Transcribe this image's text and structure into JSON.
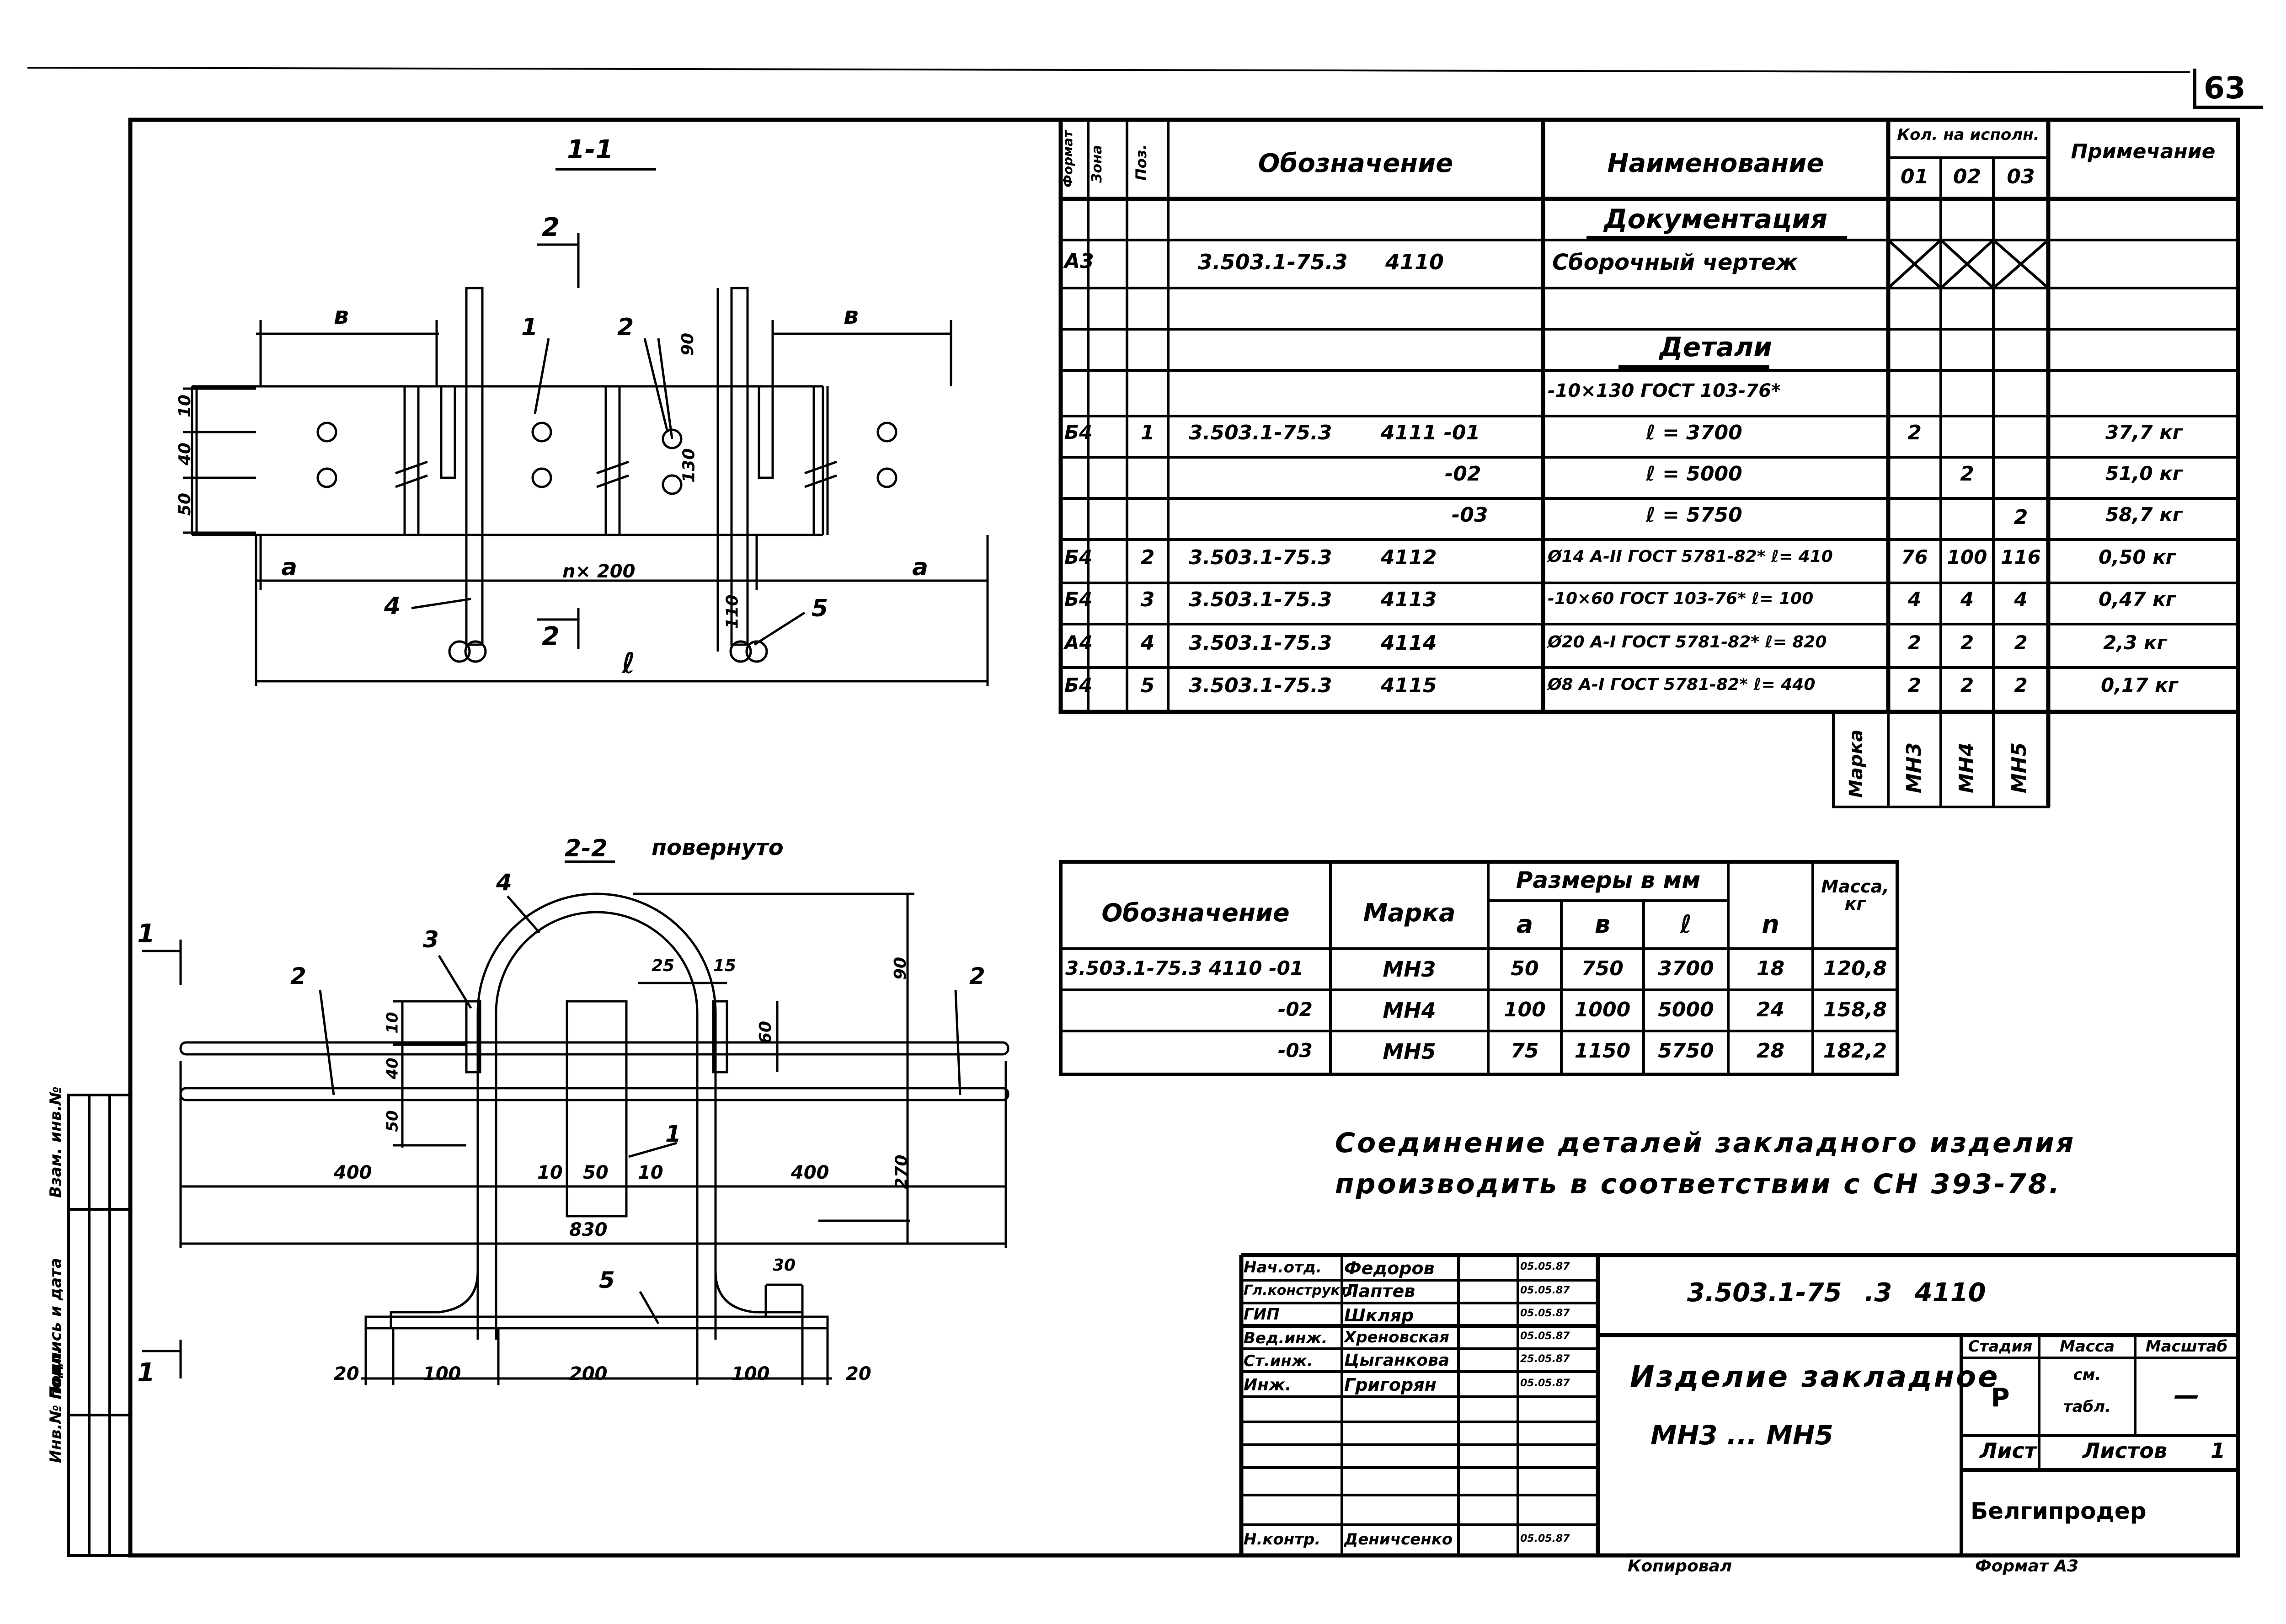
{
  "page_number": "63",
  "section_1": {
    "title": "1-1",
    "cut_label": "2",
    "dims": {
      "b_left": "в",
      "b_right": "в",
      "a_left": "a",
      "a_right": "a",
      "n": "n× 200",
      "l": "ℓ",
      "d10a": "10",
      "d40": "40",
      "d50": "50",
      "d90": "90",
      "d130": "130",
      "d110": "110"
    },
    "callouts": [
      "1",
      "2",
      "4",
      "5"
    ]
  },
  "section_2": {
    "title": "2-2",
    "subtitle": "повернуто",
    "cut_label": "1",
    "callouts": [
      "4",
      "3",
      "2",
      "2",
      "1",
      "5"
    ],
    "dims": {
      "d400a": "400",
      "d10a": "10",
      "d50": "50",
      "d10b": "10",
      "d400b": "400",
      "d830": "830",
      "d25": "25",
      "d15": "15",
      "d60": "60",
      "d90": "90",
      "d270": "270",
      "d10": "10",
      "d40": "40",
      "d50v": "50",
      "d30": "30",
      "b20a": "20",
      "b100a": "100",
      "b200": "200",
      "b100b": "100",
      "b20b": "20"
    }
  },
  "spec": {
    "headers": {
      "format": "Формат",
      "zone": "Зона",
      "pos": "Поз.",
      "designation": "Обозначение",
      "name": "Наименование",
      "qty": "Кол. на исполн.",
      "q01": "01",
      "q02": "02",
      "q03": "03",
      "note": "Примечание"
    },
    "section_docs": "Документация",
    "section_parts": "Детали",
    "rows": [
      {
        "format": "А3",
        "pos": "",
        "code": "3.503.1-75.3",
        "sheet": "4110",
        "name": "Сборочный чертеж",
        "q1": "",
        "q2": "",
        "q3": "",
        "note": "",
        "crossed": true
      },
      {
        "format": "",
        "pos": "",
        "code": "",
        "sheet": "",
        "name": "-10×130 ГОСТ 103-76*",
        "q1": "",
        "q2": "",
        "q3": "",
        "note": ""
      },
      {
        "format": "Б4",
        "pos": "1",
        "code": "3.503.1-75.3",
        "sheet": "4111 -01",
        "name": "ℓ = 3700",
        "q1": "2",
        "q2": "",
        "q3": "",
        "note": "37,7 кг"
      },
      {
        "format": "",
        "pos": "",
        "code": "",
        "sheet": "-02",
        "name": "ℓ = 5000",
        "q1": "",
        "q2": "2",
        "q3": "",
        "note": "51,0 кг"
      },
      {
        "format": "",
        "pos": "",
        "code": "",
        "sheet": "-03",
        "name": "ℓ = 5750",
        "q1": "",
        "q2": "",
        "q3": "2",
        "note": "58,7 кг"
      },
      {
        "format": "Б4",
        "pos": "2",
        "code": "3.503.1-75.3",
        "sheet": "4112",
        "name": "Ø14 А-II ГОСТ 5781-82* ℓ= 410",
        "q1": "76",
        "q2": "100",
        "q3": "116",
        "note": "0,50 кг"
      },
      {
        "format": "Б4",
        "pos": "3",
        "code": "3.503.1-75.3",
        "sheet": "4113",
        "name": "-10×60 ГОСТ 103-76* ℓ= 100",
        "q1": "4",
        "q2": "4",
        "q3": "4",
        "note": "0,47 кг"
      },
      {
        "format": "А4",
        "pos": "4",
        "code": "3.503.1-75.3",
        "sheet": "4114",
        "name": "Ø20 А-I ГОСТ 5781-82* ℓ= 820",
        "q1": "2",
        "q2": "2",
        "q3": "2",
        "note": "2,3 кг"
      },
      {
        "format": "Б4",
        "pos": "5",
        "code": "3.503.1-75.3",
        "sheet": "4115",
        "name": "Ø8 А-I ГОСТ 5781-82* ℓ= 440",
        "q1": "2",
        "q2": "2",
        "q3": "2",
        "note": "0,17 кг"
      }
    ],
    "marka_label": "Марка",
    "marks": [
      "МН3",
      "МН4",
      "МН5"
    ]
  },
  "sizes": {
    "headers": {
      "designation": "Обозначение",
      "mark": "Марка",
      "dims": "Размеры в мм",
      "a": "a",
      "b": "в",
      "l": "ℓ",
      "n": "n",
      "mass": "Масса, кг"
    },
    "rows": [
      {
        "code": "3.503.1-75.3 4110 -01",
        "mark": "МН3",
        "a": "50",
        "b": "750",
        "l": "3700",
        "n": "18",
        "mass": "120,8"
      },
      {
        "code": "-02",
        "mark": "МН4",
        "a": "100",
        "b": "1000",
        "l": "5000",
        "n": "24",
        "mass": "158,8"
      },
      {
        "code": "-03",
        "mark": "МН5",
        "a": "75",
        "b": "1150",
        "l": "5750",
        "n": "28",
        "mass": "182,2"
      }
    ]
  },
  "note": {
    "line1": "Соединение деталей закладного изделия",
    "line2": "производить в соответствии с СН 393-78."
  },
  "title_block": {
    "people": [
      {
        "role": "Нач.отд.",
        "name": "Федоров",
        "date": "05.05.87"
      },
      {
        "role": "Гл.конструкт.",
        "name": "Лаптев",
        "date": "05.05.87"
      },
      {
        "role": "ГИП",
        "name": "Шкляр",
        "date": "05.05.87"
      },
      {
        "role": "Вед.инж.",
        "name": "Хреновская",
        "date": "05.05.87"
      },
      {
        "role": "Ст.инж.",
        "name": "Цыганкова",
        "date": "25.05.87"
      },
      {
        "role": "Инж.",
        "name": "Григорян",
        "date": "05.05.87"
      }
    ],
    "norm_control": {
      "role": "Н.контр.",
      "name": "Деничсенко",
      "date": "05.05.87"
    },
    "doc_code": "3.503.1-75 .3 4110",
    "item_name_1": "Изделие закладное",
    "item_name_2": "МН3 ... МН5",
    "stage_label": "Стадия",
    "mass_label": "Масса",
    "scale_label": "Масштаб",
    "stage_value": "Р",
    "mass_value_1": "см.",
    "mass_value_2": "табл.",
    "scale_value": "—",
    "sheet_label": "Лист",
    "sheets_label": "Листов",
    "sheets_value": "1",
    "organization": "Белгипродер",
    "copied": "Копировал",
    "format": "Формат А3"
  },
  "side_stamp": {
    "s1": "Инв.№ подл.",
    "s2": "Подпись и дата",
    "s3": "Взам. инв.№"
  }
}
